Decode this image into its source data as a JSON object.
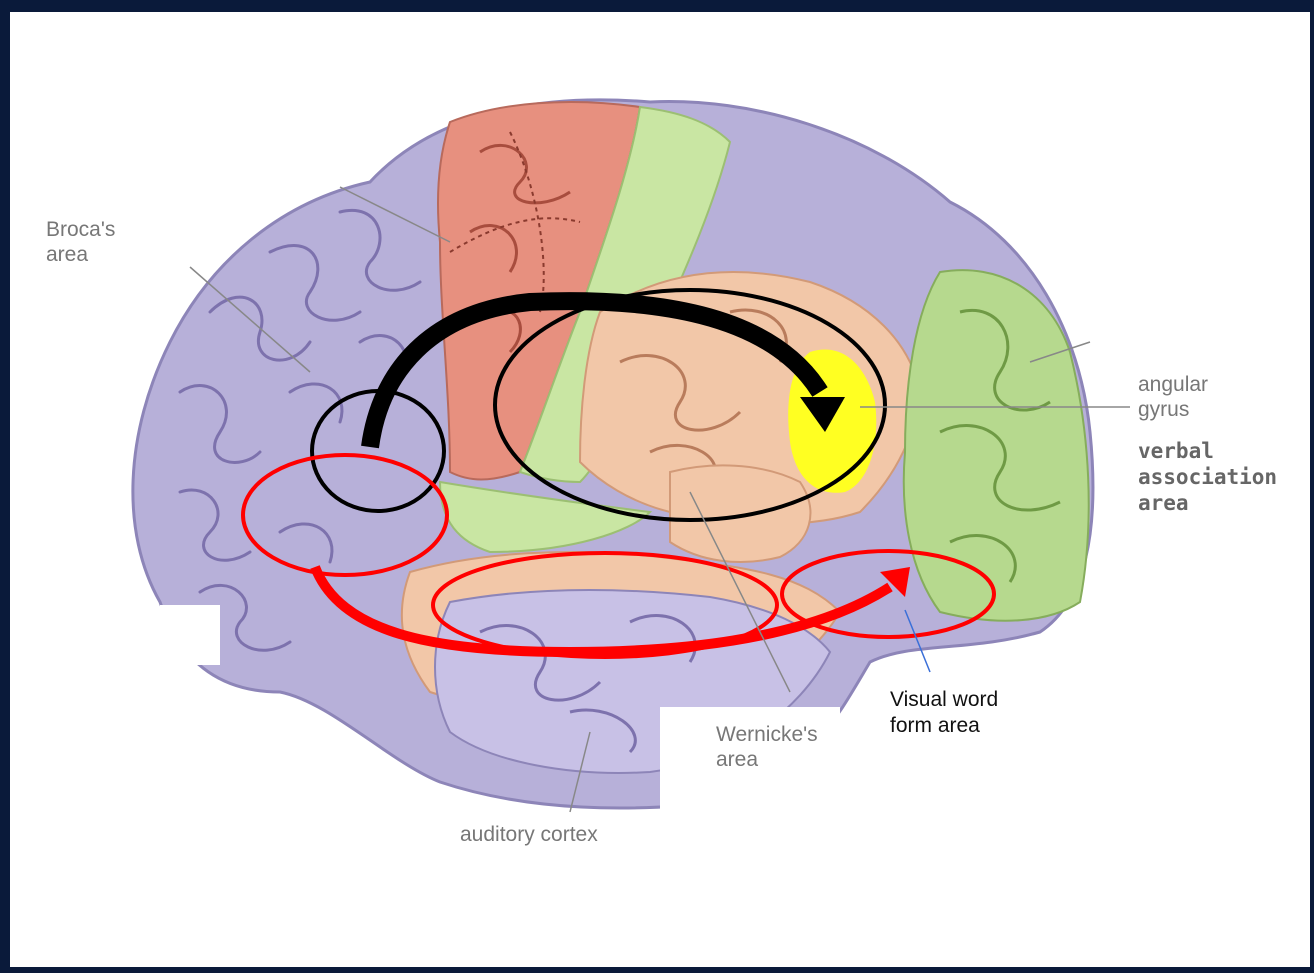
{
  "labels": {
    "broca_line1": "Broca's",
    "broca_line2": "area",
    "angular_line1": "angular",
    "angular_line2": "gyrus",
    "verbal_line1": "verbal",
    "verbal_line2": "association",
    "verbal_line3": "area",
    "wernicke_line1": "Wernicke's",
    "wernicke_line2": "area",
    "auditory": "auditory cortex",
    "vwfa_line1": "Visual word",
    "vwfa_line2": "form area"
  },
  "colors": {
    "lobe_purple": "#b7b0d9",
    "motor_red": "#e7907f",
    "sensory_green": "#c9e6a3",
    "temporal_peach": "#f2c7a8",
    "occipital_green": "#b6d98e",
    "angular_yellow": "#ffff22",
    "pathway_black": "#000000",
    "pathway_red": "#ff0000"
  }
}
